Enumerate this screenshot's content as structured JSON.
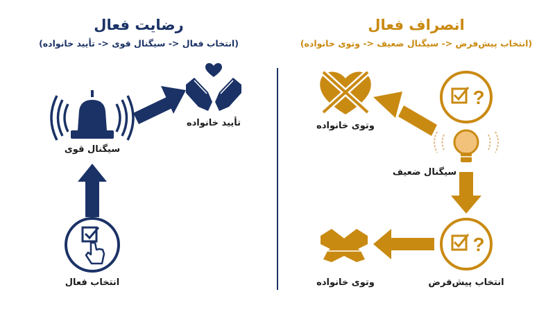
{
  "left_panel": {
    "title": "رضایت فعال",
    "subtitle": "(انتخاب فعال <- سیگنال قوی <- تأیید خانواده)",
    "nodes": {
      "active_choice": "انتخاب فعال",
      "strong_signal": "سیگنال قوی",
      "family_approval": "تأیید خانواده"
    },
    "icons": {
      "active_choice": "checkbox-hand-click-icon",
      "strong_signal": "siren-icon",
      "family_approval": "hands-heart-icon"
    }
  },
  "right_panel": {
    "title": "انصراف فعال",
    "subtitle": "(انتخاب پیش‌فرض <- سیگنال ضعیف <- وتوی خانواده)",
    "nodes": {
      "default_choice_top": "",
      "weak_signal": "سیگنال ضعیف",
      "family_veto_top": "وتوی خانواده",
      "default_choice": "انتخاب پیش‌فرض",
      "family_veto": "وتوی خانواده"
    },
    "icons": {
      "default_choice": "checkbox-question-icon",
      "weak_signal": "lightbulb-icon",
      "family_veto_top": "crossed-heart-icon",
      "family_veto": "crossed-arms-icon"
    }
  },
  "colors": {
    "navy": "#1b3266",
    "gold": "#c98a12",
    "divider": "#1b3266"
  }
}
